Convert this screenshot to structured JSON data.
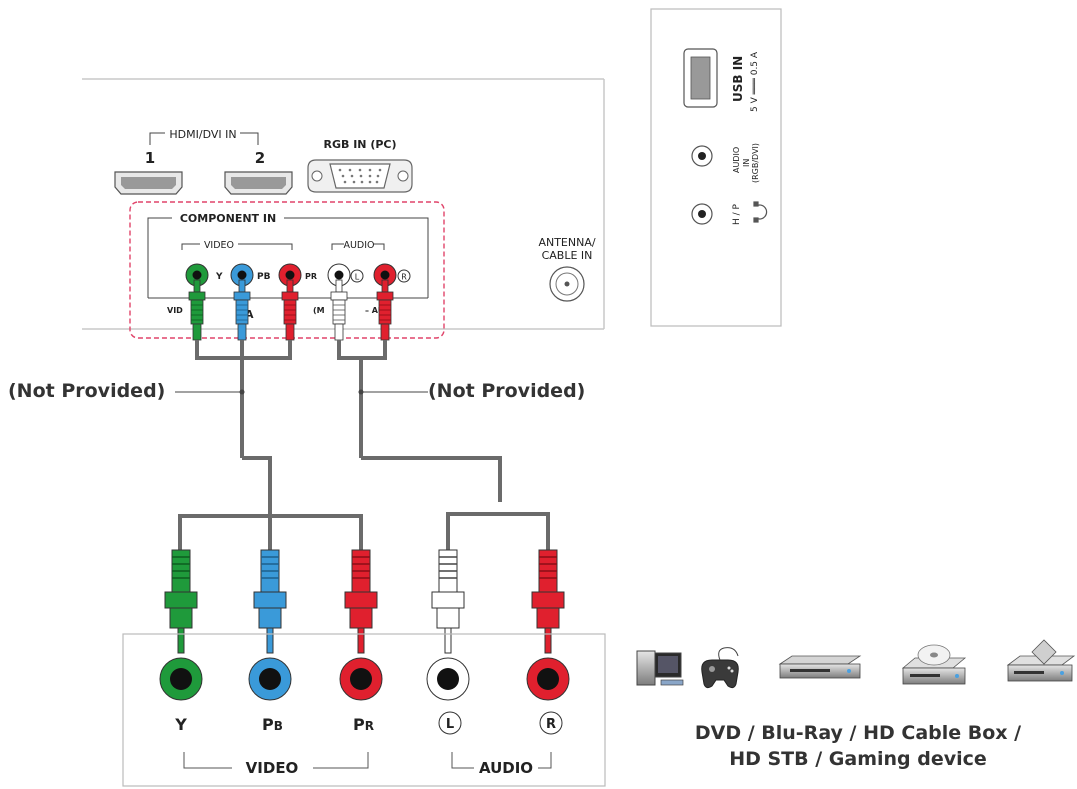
{
  "tv_panel": {
    "hdmi_label": "HDMI/DVI IN",
    "hdmi_port_1": "1",
    "hdmi_port_2": "2",
    "rgb_label": "RGB IN (PC)",
    "component_label": "COMPONENT IN",
    "video_label": "VIDEO",
    "audio_label": "AUDIO",
    "y": "Y",
    "pb": "PB",
    "pr": "PR",
    "l": "L",
    "r": "R",
    "under_video": "VID",
    "under_a": "A",
    "under_mono": "(M",
    "under_audio": "– AU",
    "antenna_line1": "ANTENNA/",
    "antenna_line2": "CABLE IN"
  },
  "side_panel": {
    "usb_label": "USB IN",
    "usb_power": "5 V ═══ 0.5 A",
    "audio_in_1": "AUDIO",
    "audio_in_2": "IN",
    "audio_in_3": "(RGB/DVI)",
    "hp_label": "H / P"
  },
  "cables": {
    "not_provided_left": "(Not Provided)",
    "not_provided_right": "(Not Provided)"
  },
  "device_panel": {
    "y": "Y",
    "pb_main": "P",
    "pb_sub": "B",
    "pr_main": "P",
    "pr_sub": "R",
    "l": "L",
    "r": "R",
    "video_label": "VIDEO",
    "audio_label": "AUDIO"
  },
  "devices": {
    "caption_line1": "DVD / Blu-Ray / HD Cable Box /",
    "caption_line2": "HD STB / Gaming device",
    "icons": [
      "computer-icon",
      "gamepad-icon",
      "bluray-player-icon",
      "dvd-player-icon",
      "set-top-box-icon"
    ]
  },
  "colors": {
    "green": "#1f9a3b",
    "blue": "#3a9ad9",
    "red": "#e0202e",
    "white": "#ffffff",
    "dashed_box": "#e0446a",
    "wire": "#6b6b6b"
  }
}
